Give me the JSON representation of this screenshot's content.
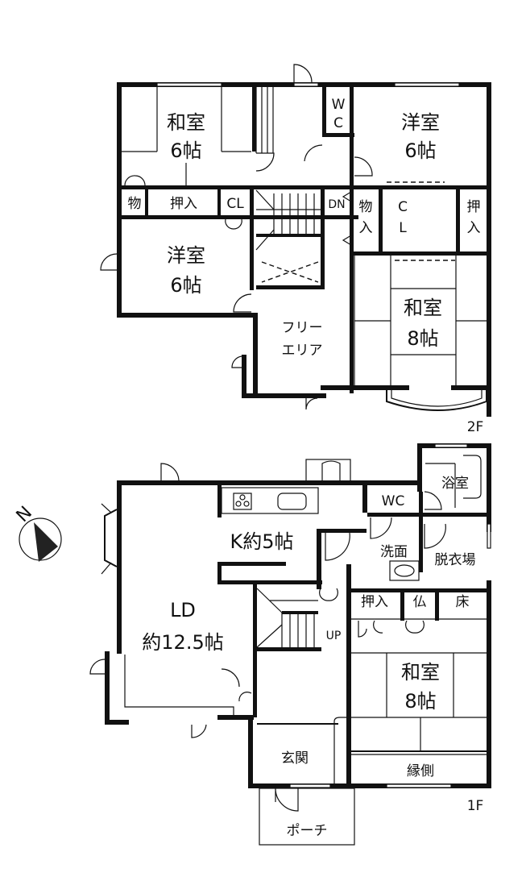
{
  "plan": {
    "floor2": {
      "label": "2F",
      "rooms": {
        "washitsu6_name": "和室",
        "washitsu6_size": "6帖",
        "youshitsu6a_name": "洋室",
        "youshitsu6a_size": "6帖",
        "youshitsu6b_name": "洋室",
        "youshitsu6b_size": "6帖",
        "washitsu8_name": "和室",
        "washitsu8_size": "8帖",
        "wc_1": "W",
        "wc_2": "C",
        "mono": "物",
        "oshiire": "押入",
        "cl": "CL",
        "mono_iri_1": "物",
        "mono_iri_2": "入",
        "cl2_1": "C",
        "cl2_2": "L",
        "oshiire2_1": "押",
        "oshiire2_2": "入",
        "free_1": "フリー",
        "free_2": "エリア",
        "stairs_dir": "DN"
      }
    },
    "floor1": {
      "label": "1F",
      "rooms": {
        "kitchen": "K約5帖",
        "ld_1": "LD",
        "ld_2": "約12.5帖",
        "wc": "WC",
        "bath": "浴室",
        "senmen": "洗面",
        "datsui": "脱衣場",
        "oshiire": "押入",
        "butsu": "仏",
        "toko": "床",
        "washitsu8_name": "和室",
        "washitsu8_size": "8帖",
        "genkan": "玄関",
        "engawa": "縁側",
        "porch": "ポーチ",
        "stairs_dir": "UP"
      }
    },
    "compass": {
      "label": "N"
    },
    "colors": {
      "line": "#111111",
      "background": "#ffffff"
    }
  }
}
